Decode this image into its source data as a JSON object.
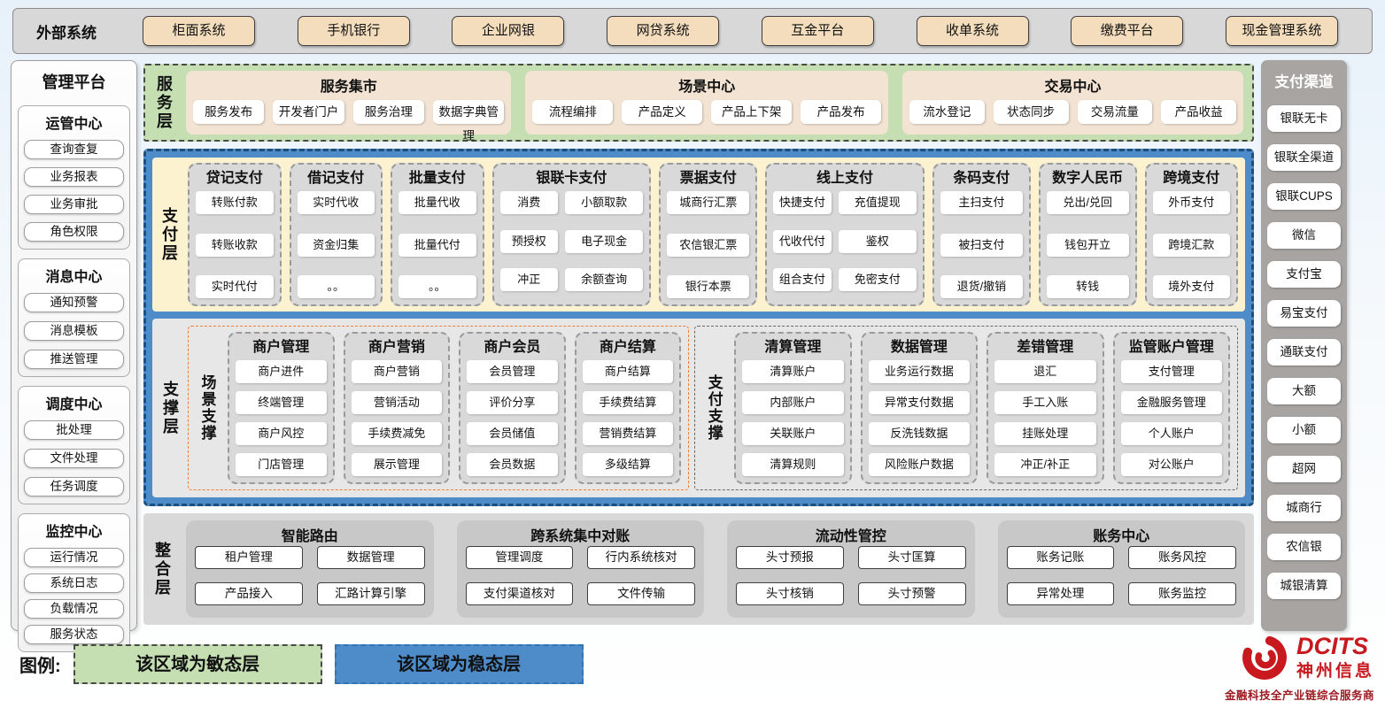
{
  "external_systems": {
    "label": "外部系统",
    "items": [
      "柜面系统",
      "手机银行",
      "企业网银",
      "网贷系统",
      "互金平台",
      "收单系统",
      "缴费平台",
      "现金管理系统"
    ]
  },
  "management_platform": {
    "title": "管理平台",
    "sections": [
      {
        "title": "运管中心",
        "items": [
          "查询查复",
          "业务报表",
          "业务审批",
          "角色权限"
        ]
      },
      {
        "title": "消息中心",
        "items": [
          "通知预警",
          "消息模板",
          "推送管理"
        ]
      },
      {
        "title": "调度中心",
        "items": [
          "批处理",
          "文件处理",
          "任务调度"
        ]
      },
      {
        "title": "监控中心",
        "items": [
          "运行情况",
          "系统日志",
          "负载情况",
          "服务状态"
        ]
      }
    ]
  },
  "service_layer": {
    "label": "服务层",
    "groups": [
      {
        "title": "服务集市",
        "items": [
          "服务发布",
          "开发者门户",
          "服务治理",
          "数据字典管理"
        ]
      },
      {
        "title": "场景中心",
        "items": [
          "流程编排",
          "产品定义",
          "产品上下架",
          "产品发布"
        ]
      },
      {
        "title": "交易中心",
        "items": [
          "流水登记",
          "状态同步",
          "交易流量",
          "产品收益"
        ]
      }
    ]
  },
  "payment_layer": {
    "label": "支付层",
    "columns": [
      {
        "title": "贷记支付",
        "items": [
          "转账付款",
          "转账收款",
          "实时代付"
        ]
      },
      {
        "title": "借记支付",
        "items": [
          "实时代收",
          "资金归集",
          "。。"
        ]
      },
      {
        "title": "批量支付",
        "items": [
          "批量代收",
          "批量代付",
          "。。"
        ]
      },
      {
        "title": "银联卡支付",
        "items": [
          "消费",
          "小额取款",
          "预授权",
          "电子现金",
          "冲正",
          "余额查询"
        ]
      },
      {
        "title": "票据支付",
        "items": [
          "城商行汇票",
          "农信银汇票",
          "银行本票"
        ]
      },
      {
        "title": "线上支付",
        "items": [
          "快捷支付",
          "充值提现",
          "代收代付",
          "鉴权",
          "组合支付",
          "免密支付"
        ]
      },
      {
        "title": "条码支付",
        "items": [
          "主扫支付",
          "被扫支付",
          "退货/撤销"
        ]
      },
      {
        "title": "数字人民币",
        "items": [
          "兑出/兑回",
          "钱包开立",
          "转钱"
        ]
      },
      {
        "title": "跨境支付",
        "items": [
          "外币支付",
          "跨境汇款",
          "境外支付"
        ]
      }
    ]
  },
  "support_layer": {
    "label": "支撑层",
    "scene_support": {
      "label": "场景支撑",
      "columns": [
        {
          "title": "商户管理",
          "items": [
            "商户进件",
            "终端管理",
            "商户风控",
            "门店管理"
          ]
        },
        {
          "title": "商户营销",
          "items": [
            "商户营销",
            "营销活动",
            "手续费减免",
            "展示管理"
          ]
        },
        {
          "title": "商户会员",
          "items": [
            "会员管理",
            "评价分享",
            "会员储值",
            "会员数据"
          ]
        },
        {
          "title": "商户结算",
          "items": [
            "商户结算",
            "手续费结算",
            "营销费结算",
            "多级结算"
          ]
        }
      ]
    },
    "payment_support": {
      "label": "支付支撑",
      "columns": [
        {
          "title": "清算管理",
          "items": [
            "清算账户",
            "内部账户",
            "关联账户",
            "清算规则"
          ]
        },
        {
          "title": "数据管理",
          "items": [
            "业务运行数据",
            "异常支付数据",
            "反洗钱数据",
            "风险账户数据"
          ]
        },
        {
          "title": "差错管理",
          "items": [
            "退汇",
            "手工入账",
            "挂账处理",
            "冲正/补正"
          ]
        },
        {
          "title": "监管账户管理",
          "items": [
            "支付管理",
            "金融服务管理",
            "个人账户",
            "对公账户"
          ]
        }
      ]
    }
  },
  "integration_layer": {
    "label": "整合层",
    "groups": [
      {
        "title": "智能路由",
        "items": [
          "租户管理",
          "数据管理",
          "产品接入",
          "汇路计算引擎"
        ]
      },
      {
        "title": "跨系统集中对账",
        "items": [
          "管理调度",
          "行内系统核对",
          "支付渠道核对",
          "文件传输"
        ]
      },
      {
        "title": "流动性管控",
        "items": [
          "头寸预报",
          "头寸匡算",
          "头寸核销",
          "头寸预警"
        ]
      },
      {
        "title": "账务中心",
        "items": [
          "账务记账",
          "账务风控",
          "异常处理",
          "账务监控"
        ]
      }
    ]
  },
  "payment_channels": {
    "title": "支付渠道",
    "items": [
      "银联无卡",
      "银联全渠道",
      "银联CUPS",
      "微信",
      "支付宝",
      "易宝支付",
      "通联支付",
      "大额",
      "小额",
      "超网",
      "城商行",
      "农信银",
      "城银清算"
    ]
  },
  "legend": {
    "label": "图例:",
    "agile": "该区域为敏态层",
    "stable": "该区域为稳态层"
  },
  "branding": {
    "name_en": "DCITS",
    "name_cn": "神州信息",
    "tagline": "金融科技全产业链综合服务商"
  },
  "colors": {
    "agile_green": "#c5dfb3",
    "stable_blue": "#4d8bc9",
    "payment_yellow": "#fcf2d0",
    "panel_gray": "#d9d9d9",
    "tan_button": "#f4ddbd",
    "scene_orange": "#ed7d31",
    "brand_red": "#c8191f"
  }
}
